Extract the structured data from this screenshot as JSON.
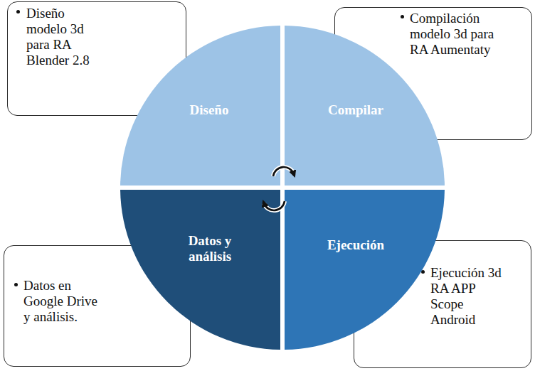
{
  "diagram": {
    "nodes": [
      {
        "text": [
          "Diseño modelo 3d para RA Blender 2.8"
        ]
      },
      {
        "text": [
          "Compilación modelo 3d para RA Aumentaty"
        ]
      },
      {
        "text": [
          "Datos en Google Drive y análisis."
        ]
      },
      {
        "text": [
          "Ejecución 3d RA APP Scope Android"
        ]
      },
      {
        "text": [
          "Diseño"
        ]
      },
      {
        "text": [
          "Compilar"
        ]
      },
      {
        "text": [
          "Datos y análisis"
        ]
      },
      {
        "text": [
          "Ejecución"
        ]
      }
    ]
  }
}
